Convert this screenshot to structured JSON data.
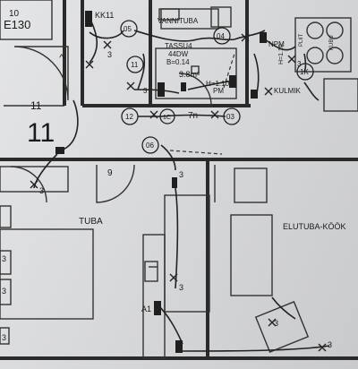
{
  "plan": {
    "corner_label": "10",
    "corner_code": "E130",
    "room_number_small": "11",
    "room_number_big": "11",
    "room_names": {
      "tuba": "TUBA",
      "elutuba_kook": "ELUTUBA-KÖÖK",
      "vannituba": "VANNITUBA"
    },
    "cabinet_code": "KK11",
    "fixture_labels": {
      "tassu": "TASSU4",
      "tassu_power": "44DW",
      "tassu_dims": "B=0.14",
      "area": "3.8m²",
      "height": "H=1.10",
      "pm": "PM",
      "npm": "NPM",
      "kulmik": "KULMIK",
      "h110_right": "H=1.10",
      "wall_text_1": "PLIIT",
      "wall_text_2": "KUBU",
      "a1": "A1",
      "room_7n": "7n"
    },
    "circuits": [
      "05",
      "04",
      "11",
      "12",
      "1C",
      "03",
      "06",
      "1K"
    ],
    "counts": [
      "3",
      "3",
      "3",
      "3",
      "3",
      "3",
      "3",
      "3",
      "3",
      "3",
      "3"
    ],
    "dims": [
      "7",
      "9"
    ]
  }
}
